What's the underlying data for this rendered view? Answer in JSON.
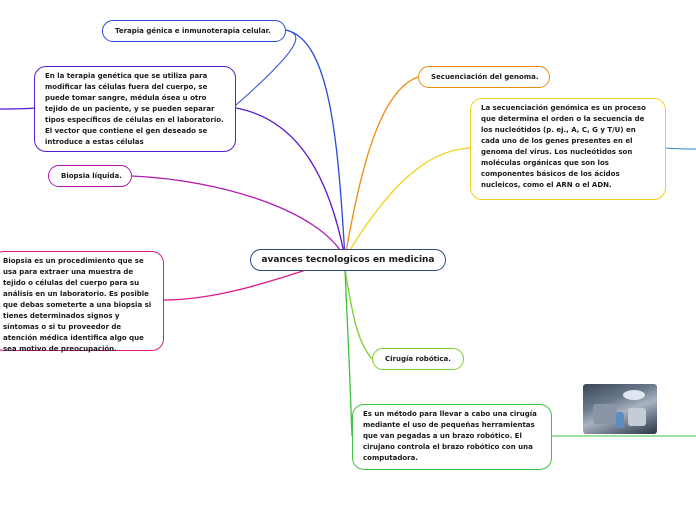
{
  "center": {
    "title": "avances tecnologicos en medicina"
  },
  "nodes": {
    "terapia": {
      "text": "Terapia génica e inmunoterapia celular.",
      "color": "#2a4ad8"
    },
    "terapia_desc": {
      "text": "En la terapia genética que se utiliza para modificar las células fuera del cuerpo, se puede tomar sangre, médula ósea u otro tejido de un paciente, y se pueden separar tipos específicos de células en el laboratorio. El vector que contiene el gen deseado se introduce a estas células",
      "color": "#5b1bd0"
    },
    "biopsia": {
      "text": "Biopsia líquida.",
      "color": "#b01ab0"
    },
    "biopsia_desc": {
      "text": "Biopsia es un procedimiento que se usa para extraer una muestra de tejido o células del cuerpo para su análisis en un laboratorio. Es posible que debas someterte a una biopsia si tienes determinados signos y síntomas o si tu proveedor de atención médica identifica algo que sea motivo de preocupación.",
      "color": "#e01a8a"
    },
    "secuenciacion": {
      "text": "Secuenciación del genoma.",
      "color": "#f08a10"
    },
    "secuenciacion_desc": {
      "text": "La secuenciación genómica es un proceso que determina el orden o la secuencia de los nucleótidos (p. ej., A, C, G y T/U) en cada uno de los genes presentes en el genoma del virus. Los nucleótidos son moléculas orgánicas que son los componentes básicos de los ácidos nucleicos, como el ARN o el ADN.",
      "color": "#f2d21c"
    },
    "cirugia": {
      "text": "Cirugía robótica.",
      "color": "#7ccf2a"
    },
    "cirugia_desc": {
      "text": "Es un método para llevar a cabo una cirugía mediante el uso de pequeñas herramientas que van pegadas a un brazo robótico. El cirujano controla el brazo robótico con una computadora.",
      "color": "#3cc23c"
    }
  },
  "image": {
    "icon": "robotic-surgery-photo"
  }
}
